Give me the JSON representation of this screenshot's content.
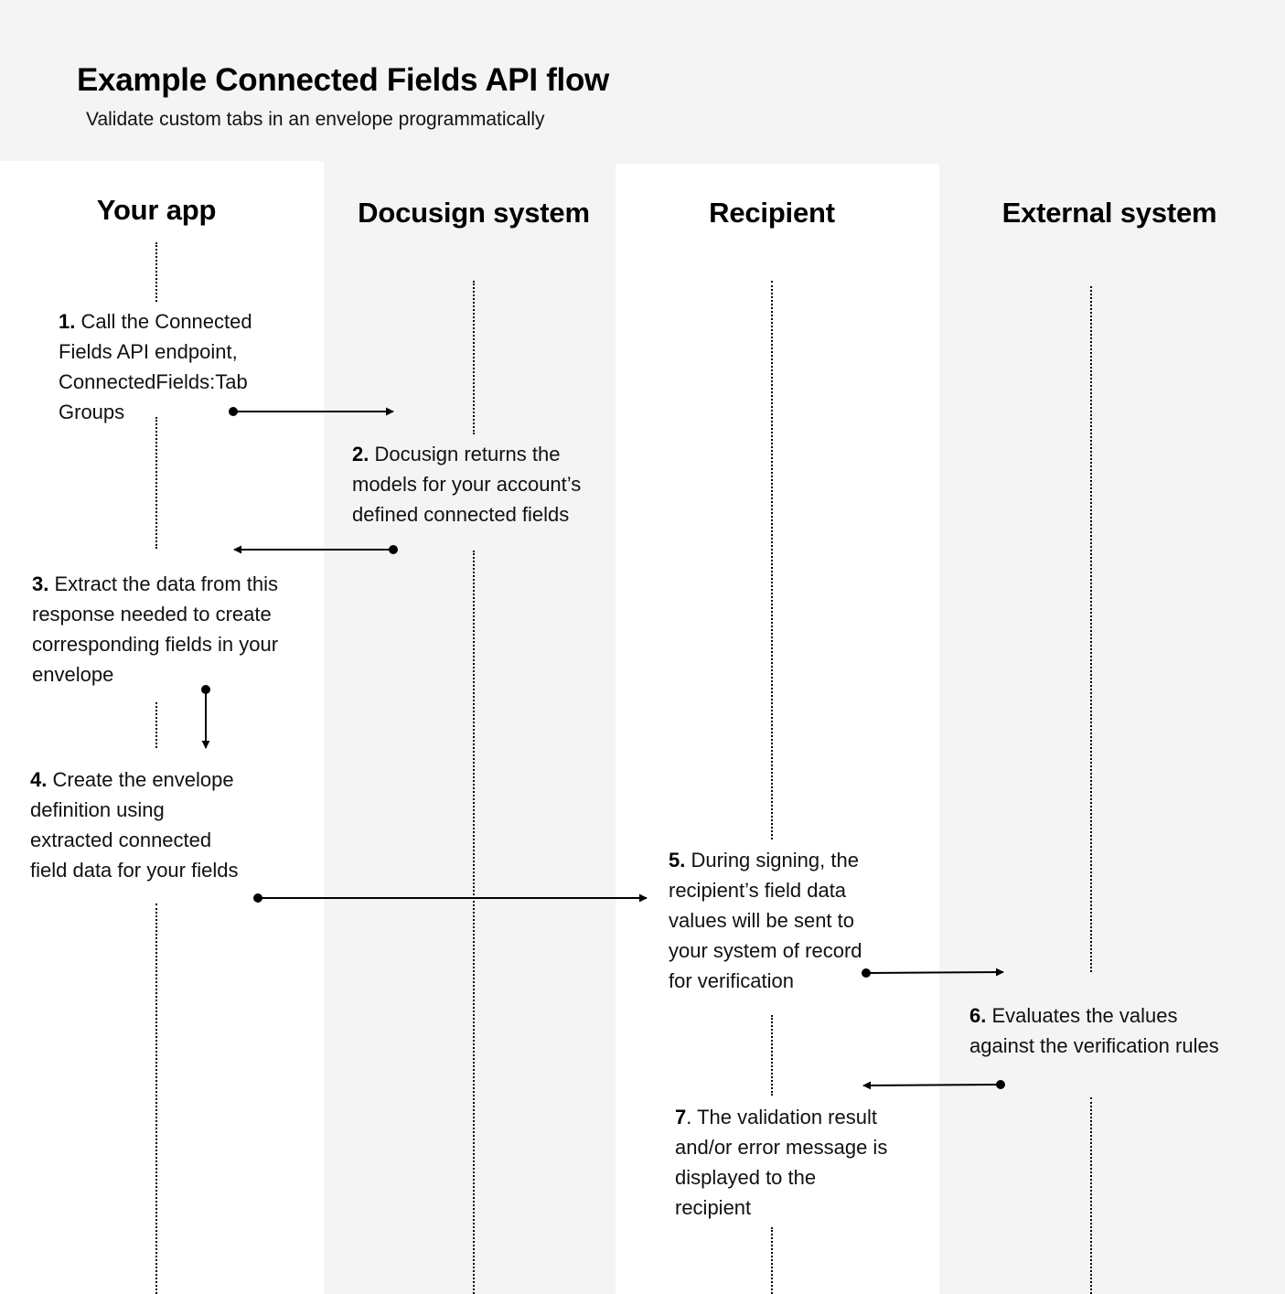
{
  "header": {
    "title": "Example Connected Fields API flow",
    "subtitle": "Validate custom tabs in an envelope programmatically"
  },
  "colors": {
    "background_gray": "#f4f4f4",
    "lane_white": "#ffffff",
    "ink": "#000000"
  },
  "lanes": [
    {
      "id": "your-app",
      "label": "Your app"
    },
    {
      "id": "docusign-system",
      "label": "Docusign system"
    },
    {
      "id": "recipient",
      "label": "Recipient"
    },
    {
      "id": "external-system",
      "label": "External system"
    }
  ],
  "steps": [
    {
      "number": "1.",
      "text": "Call the Connected Fields API endpoint, ConnectedFields:Tab Groups",
      "lines": [
        "Call the Connected",
        "Fields API endpoint,",
        "ConnectedFields:Tab",
        "Groups"
      ],
      "lane": "your-app"
    },
    {
      "number": "2.",
      "text": "Docusign returns the models for your account’s defined connected fields",
      "lines": [
        "Docusign returns the",
        "models for your account’s",
        "defined connected fields"
      ],
      "lane": "docusign-system"
    },
    {
      "number": "3.",
      "text": "Extract the data from this response needed to create corresponding fields in your envelope",
      "lines": [
        "Extract the data from this",
        "response needed to create",
        "corresponding fields in your",
        "envelope"
      ],
      "lane": "your-app"
    },
    {
      "number": "4.",
      "text": "Create the envelope definition using extracted connected field data for your fields",
      "lines": [
        "Create the envelope",
        "definition using",
        "extracted connected",
        "field data for your fields"
      ],
      "lane": "your-app"
    },
    {
      "number": "5.",
      "text": "During signing, the recipient’s field data values will be sent to your system of record for verification",
      "lines": [
        "During signing, the",
        "recipient’s field data",
        "values will be sent to",
        "your system of record",
        "for verification"
      ],
      "lane": "recipient"
    },
    {
      "number": "6.",
      "text": "Evaluates the values against the verification rules",
      "lines": [
        "Evaluates the values",
        "against the verification rules"
      ],
      "lane": "external-system"
    },
    {
      "number": "7",
      "text": ". The validation result and/or error message is displayed to the recipient",
      "lines": [
        ". The validation result",
        "and/or error message is",
        "displayed to the",
        "recipient"
      ],
      "lane": "recipient"
    }
  ],
  "arrows": [
    {
      "from": "your-app",
      "to": "docusign-system",
      "after_step": "1"
    },
    {
      "from": "docusign-system",
      "to": "your-app",
      "after_step": "2"
    },
    {
      "from": "your-app",
      "to": "your-app",
      "after_step": "3",
      "direction": "down"
    },
    {
      "from": "your-app",
      "to": "recipient",
      "after_step": "4"
    },
    {
      "from": "recipient",
      "to": "external-system",
      "after_step": "5"
    },
    {
      "from": "external-system",
      "to": "recipient",
      "after_step": "6"
    }
  ]
}
